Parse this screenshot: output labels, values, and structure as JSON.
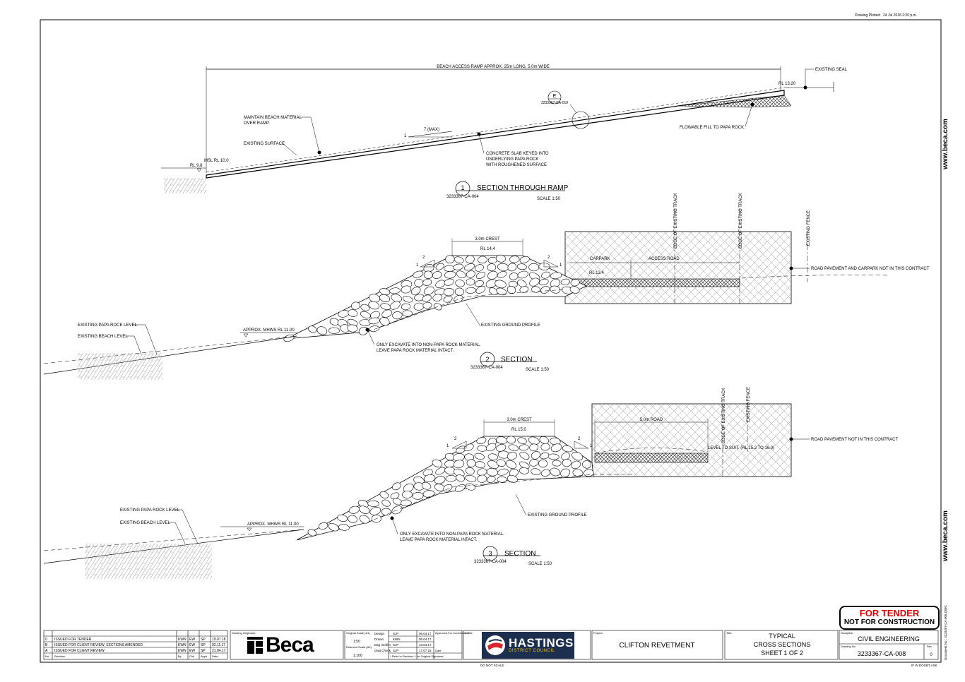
{
  "header": {
    "plotted_label": "Drawing Plotted:",
    "plotted_value": "24 Jul 2018  2:20 p.m."
  },
  "side": {
    "url": "www.beca.com",
    "doc_no": "Document No.: 3233367-CA-008.DWG"
  },
  "section1": {
    "ramp_dim": "BEACH ACCESS RAMP APPROX. 25m LONG, 5.0m WIDE",
    "existing_seal": "EXISTING SEAL",
    "rl_top": "RL 13.20",
    "detail_letter": "E",
    "detail_ref": "3233367-CA-010",
    "maintain": [
      "MAINTAIN BEACH MATERIAL",
      "OVER RAMP."
    ],
    "existing_surface": "EXISTING SURFACE",
    "slope_run": "7 (MAX)",
    "slope_rise": "1",
    "msl": "MSL RL 10.0",
    "rl_low": "RL 9.8",
    "concrete": [
      "CONCRETE SLAB KEYED INTO",
      "UNDERLYING PAPA ROCK",
      "WITH ROUGHENED SURFACE"
    ],
    "flowable": "FLOWABLE FILL TO PAPA ROCK.",
    "num": "1",
    "title": "SECTION THROUGH RAMP",
    "ref": "3233367-CA-004",
    "scale": "SCALE 1:50"
  },
  "section2": {
    "crest": "3.0m CREST",
    "rl_crest": "RL 14.4",
    "slope_l_run": "2",
    "slope_l_rise": "1",
    "slope_r_run": "2",
    "slope_r_rise": "1",
    "carpark": "CARPARK",
    "access_road": "ACCESS ROAD",
    "rl_carpark": "RL 13.4",
    "edge_track_1": "EDGE OF EXISTING TRACK",
    "edge_track_2": "EDGE OF EXISTING TRACK",
    "existing_fence": "EXISTING FENCE",
    "road_note": "ROAD PAVEMENT AND CARPARK NOT IN THIS CONTRACT",
    "papa_level": "EXISTING PAPA ROCK LEVEL",
    "beach_level": "EXISTING BEACH LEVEL",
    "mhws": "APPROX. MHWS RL 11.00",
    "ground_profile": "EXISTING GROUND PROFILE",
    "excavate": [
      "ONLY EXCAVATE INTO NON-PAPA ROCK MATERIAL.",
      "LEAVE PAPA ROCK MATERIAL INTACT."
    ],
    "num": "2",
    "title": "SECTION",
    "ref": "3233367-CA-004",
    "scale": "SCALE 1:50"
  },
  "section3": {
    "crest": "3.0m CREST",
    "rl_crest": "RL 15.0",
    "slope_l_run": "2",
    "slope_l_rise": "1",
    "slope_r_run": "2",
    "slope_r_rise": "1",
    "road": "5.0m ROAD",
    "level_suit": "LEVEL TO SUIT. (RL 15.2 TO 16.0)",
    "edge_track": "EDGE OF EXISTING TRACK",
    "existing_fence": "EXISTING FENCE",
    "road_note": "ROAD PAVEMENT NOT IN THIS CONTRACT",
    "papa_level": "EXISTING PAPA ROCK LEVEL",
    "beach_level": "EXISTING BEACH LEVEL",
    "mhws": "APPROX. MHWS RL 11.00",
    "ground_profile": "EXISTING GROUND PROFILE",
    "excavate": [
      "ONLY EXCAVATE INTO NON-PAPA ROCK MATERIAL.",
      "LEAVE PAPA ROCK MATERIAL INTACT."
    ],
    "num": "3",
    "title": "SECTION",
    "ref": "3233367-CA-004",
    "scale": "SCALE 1:50"
  },
  "stamp": {
    "line1": "FOR TENDER",
    "line2": "NOT FOR CONSTRUCTION"
  },
  "revisions": {
    "rows": [
      {
        "no": "0",
        "desc": "ISSUED FOR TENDER",
        "by": "KWN",
        "chk": "EW",
        "appd": "SP",
        "date": "19.07.18"
      },
      {
        "no": "B",
        "desc": "ISSUED FOR CLIENT REVIEW, SECTIONS AMENDED",
        "by": "KWN",
        "chk": "EW",
        "appd": "SP",
        "date": "02.11.17"
      },
      {
        "no": "A",
        "desc": "ISSUED FOR CLIENT REVIEW",
        "by": "KWN",
        "chk": "EW",
        "appd": "SP",
        "date": "21.04.17"
      }
    ],
    "head": {
      "no": "No.",
      "desc": "Revision",
      "by": "By",
      "chk": "Chk",
      "appd": "Appd",
      "date": "Date"
    }
  },
  "titleblock": {
    "originator_label": "Drawing Originator:",
    "beca": "Beca",
    "scales": {
      "original_label": "Original Scale (A1)",
      "original": "1:50",
      "reduced_label": "Reduced Scale (A3)",
      "reduced": "1:100"
    },
    "roles": [
      {
        "role": "Design",
        "name": "SJP",
        "date": "05.04.17"
      },
      {
        "role": "Drawn",
        "name": "KWN",
        "date": "05.04.17"
      },
      {
        "role": "Dsg Verifier",
        "name": "SJP",
        "date": "13.04.17"
      },
      {
        "role": "Dwg Check",
        "name": "SJP",
        "date": "17.07.18"
      }
    ],
    "approved_label": "Approved For Construction*",
    "date_label": "Date",
    "footnote": "* Refer to Revision 1 for Original Signature",
    "client_label": "Client:",
    "client_name": "HASTINGS",
    "client_sub": "DISTRICT COUNCIL",
    "project_label": "Project:",
    "project": "CLIFTON REVETMENT",
    "title_label": "Title:",
    "title_lines": [
      "TYPICAL",
      "CROSS SECTIONS",
      "SHEET 1 OF 2"
    ],
    "discipline_label": "Discipline:",
    "discipline": "CIVIL ENGINEERING",
    "drawing_no_label": "Drawing No.",
    "drawing_no": "3233367-CA-008",
    "rev_label": "Rev.",
    "rev": "0",
    "do_not_scale": "DO NOT SCALE",
    "if_in_doubt": "IF IN DOUBT ASK"
  }
}
